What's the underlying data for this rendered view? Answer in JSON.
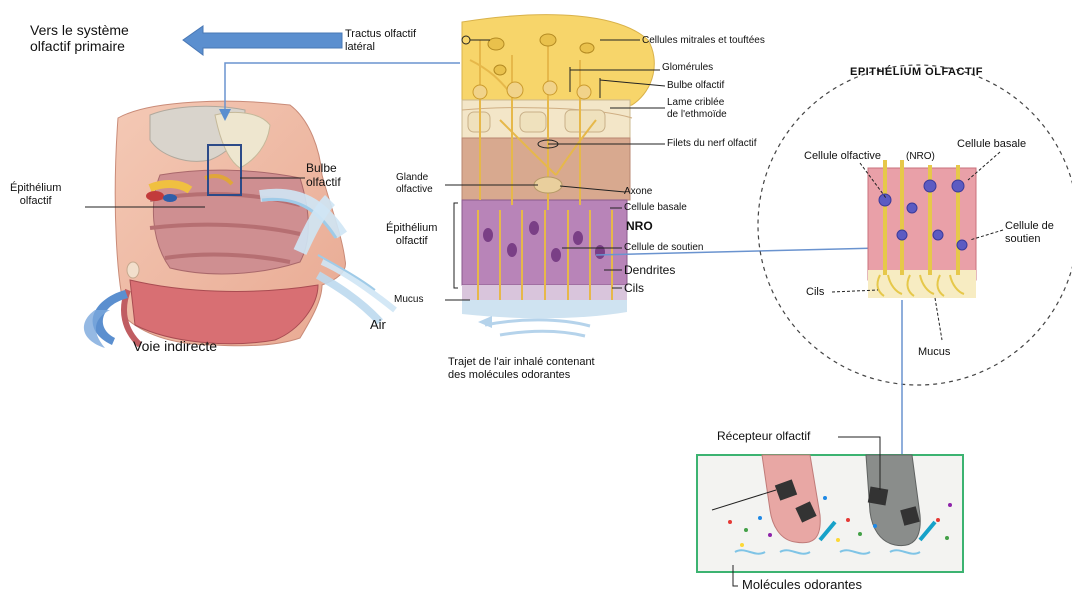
{
  "primary": {
    "line1": "Vers le système",
    "line2": "olfactif primaire"
  },
  "left": {
    "epithelium": {
      "line1": "Épithélium",
      "line2": "olfactif"
    },
    "bulb": {
      "line1": "Bulbe",
      "line2": "olfactif"
    },
    "air": "Air",
    "indirect": "Voie indirecte"
  },
  "middle": {
    "tract": {
      "line1": "Tractus olfactif",
      "line2": "latéral"
    },
    "mitral": "Cellules mitrales et touftées",
    "glomeruli": "Glomérules",
    "bulb": "Bulbe olfactif",
    "lamina": {
      "line1": "Lame criblée",
      "line2": "de l'ethmoïde"
    },
    "filets": "Filets du nerf olfactif",
    "gland": {
      "line1": "Glande",
      "line2": "olfactive"
    },
    "axon": "Axone",
    "basal": "Cellule basale",
    "epithelium": {
      "line1": "Épithélium",
      "line2": "olfactif"
    },
    "nro": "NRO",
    "support": "Cellule de soutien",
    "dendrites": "Dendrites",
    "cils": "Cils",
    "mucus": "Mucus",
    "trajet": {
      "line1": "Trajet de l'air inhalé contenant",
      "line2": "des molécules odorantes"
    }
  },
  "right": {
    "title": "EPITHÉLIUM OLFACTIF",
    "olfactive_cell": "Cellule olfactive",
    "nro": "(NRO)",
    "basal": "Cellule basale",
    "support": {
      "line1": "Cellule de",
      "line2": "soutien"
    },
    "cils": "Cils",
    "mucus": "Mucus"
  },
  "receptor": {
    "label": "Récepteur olfactif",
    "molecules": "Molécules odorantes"
  },
  "colors": {
    "arrow_blue": "#5b8fcf",
    "connector": "#6a93cf",
    "inset_green": "#3cb371",
    "tissue_pink": "#e9a0a8",
    "bulb_yellow": "#f7d56a",
    "neuron_yellow": "#e9c14c",
    "cell_purple": "#8a4a93"
  }
}
